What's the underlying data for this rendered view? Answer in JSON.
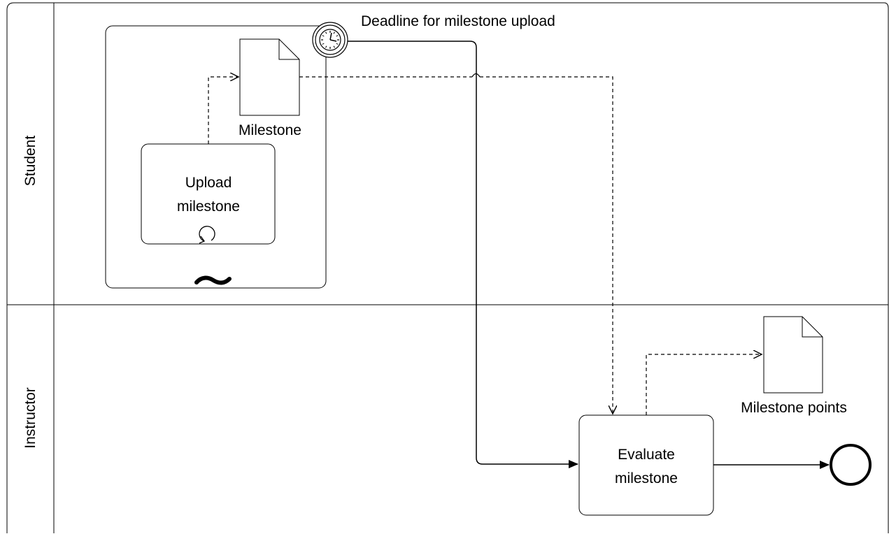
{
  "lanes": {
    "student": "Student",
    "instructor": "Instructor"
  },
  "subprocess": {
    "type": "ad-hoc",
    "marker_icon": "tilde-icon"
  },
  "tasks": {
    "upload": {
      "line1": "Upload",
      "line2": "milestone",
      "marker_icon": "loop-icon"
    },
    "evaluate": {
      "line1": "Evaluate",
      "line2": "milestone"
    }
  },
  "data_objects": {
    "milestone": "Milestone",
    "milestone_points": "Milestone points"
  },
  "events": {
    "timer": {
      "label": "Deadline for milestone upload",
      "icon": "clock-icon"
    },
    "end": {
      "icon": "end-event-icon"
    }
  }
}
